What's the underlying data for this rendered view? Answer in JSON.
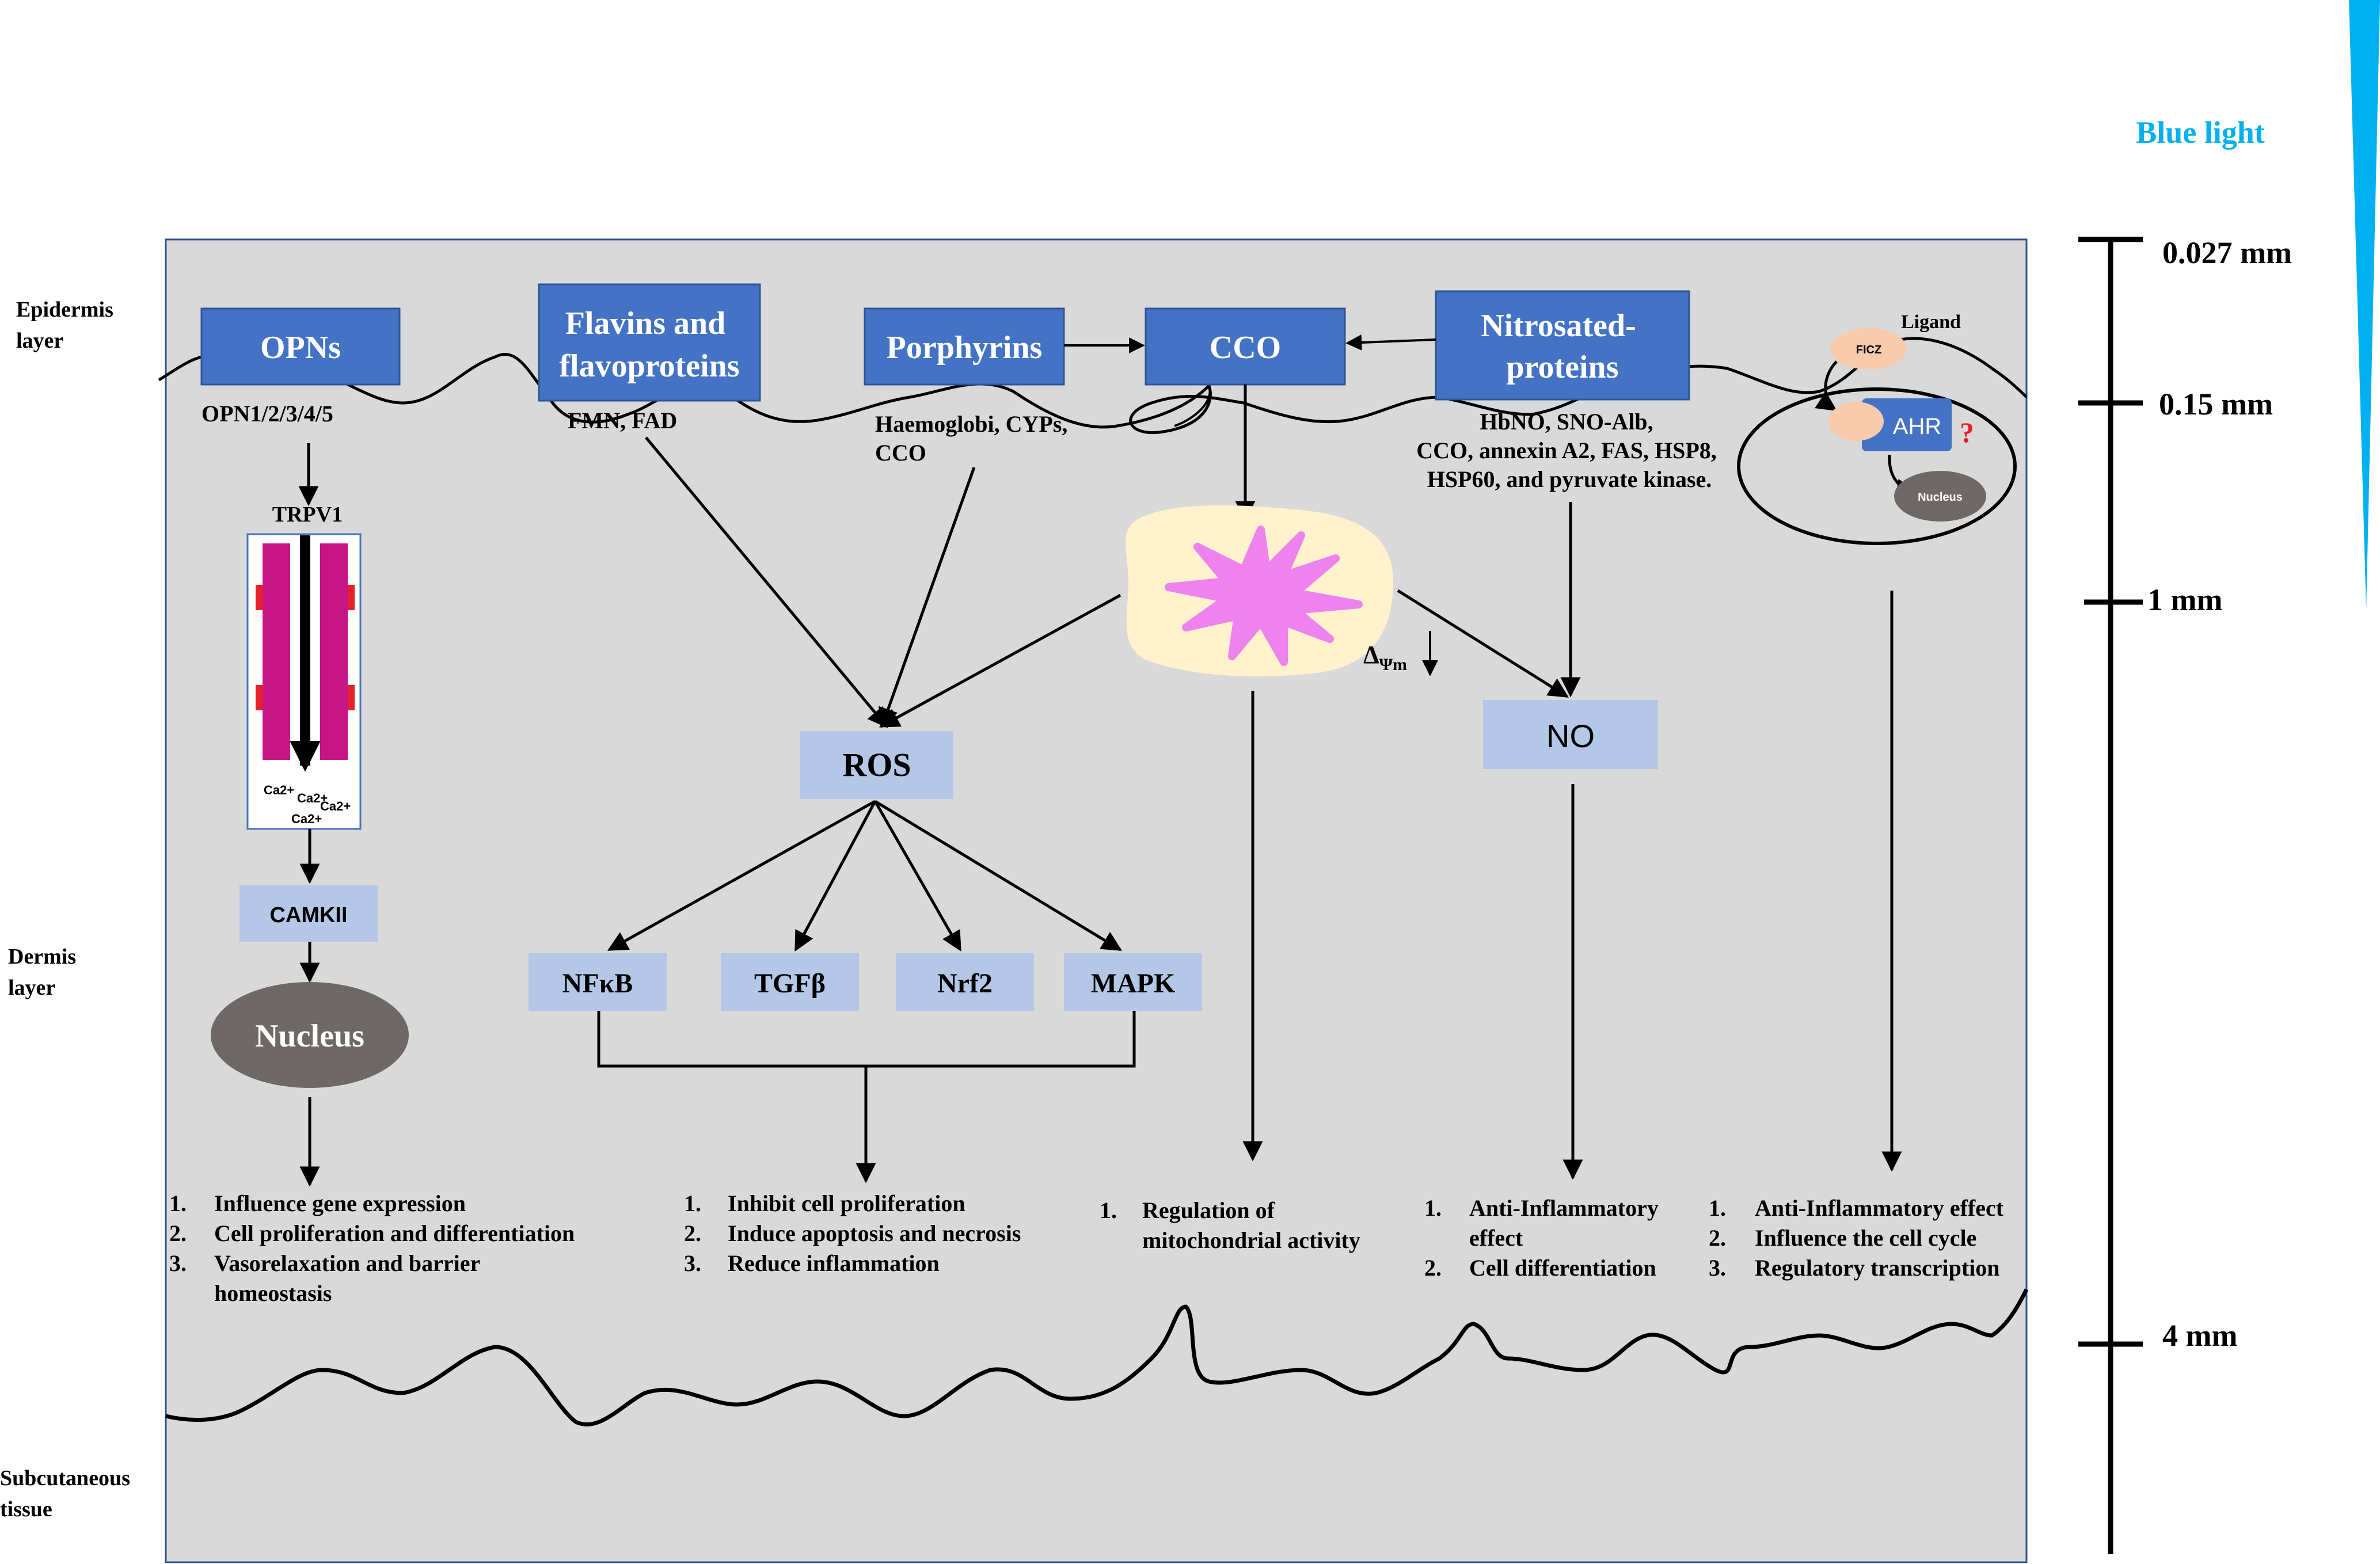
{
  "blue_light": "Blue light",
  "layers": {
    "epidermis": [
      "Epidermis",
      "layer"
    ],
    "dermis": [
      "Dermis",
      "layer"
    ],
    "subcutaneous": [
      "Subcutaneous",
      "tissue"
    ]
  },
  "depth_scale": {
    "d1": "0.027 mm",
    "d2": "0.15 mm",
    "d3": "1 mm",
    "d4": "4 mm"
  },
  "receptors": {
    "opns": "OPNs",
    "flavins": [
      "Flavins and",
      "flavoproteins"
    ],
    "porphyrins": "Porphyrins",
    "cco": "CCO",
    "nitrosated": [
      "Nitrosated-",
      "proteins"
    ]
  },
  "details": {
    "opn_types": "OPN1/2/3/4/5",
    "fmn": "FMN, FAD",
    "porph": [
      "Haemoglobi, CYPs,",
      "CCO"
    ],
    "nitro": [
      "HbNO, SNO-Alb,",
      "CCO, annexin A2, FAS, HSP8,",
      "HSP60, and pyruvate kinase."
    ]
  },
  "trpv1": {
    "label": "TRPV1",
    "ions": [
      "Ca2+",
      "Ca2+",
      "Ca2+",
      "Ca2+"
    ]
  },
  "camkii": "CAMKII",
  "nucleus": "Nucleus",
  "ros": "ROS",
  "no": "NO",
  "delta_psi": {
    "delta": "Δ",
    "psi": "Ψm"
  },
  "pathways": {
    "nfkb": "NFκB",
    "tgfb": "TGFβ",
    "nrf2": "Nrf2",
    "mapk": "MAPK"
  },
  "ahr": {
    "ligand": "Ligand",
    "ficz": "FICZ",
    "ahr": "AHR",
    "question": "?",
    "nucleus": "Nucleus"
  },
  "outcomes": {
    "opn": [
      {
        "num": "1.",
        "lines": [
          "Influence gene expression"
        ]
      },
      {
        "num": "2.",
        "lines": [
          "Cell proliferation and differentiation"
        ]
      },
      {
        "num": "3.",
        "lines": [
          "Vasorelaxation and barrier",
          "homeostasis"
        ]
      }
    ],
    "ros": [
      {
        "num": "1.",
        "lines": [
          "Inhibit cell proliferation"
        ]
      },
      {
        "num": "2.",
        "lines": [
          "Induce apoptosis and necrosis"
        ]
      },
      {
        "num": "3.",
        "lines": [
          "Reduce inflammation"
        ]
      }
    ],
    "mito": [
      {
        "num": "1.",
        "lines": [
          "Regulation of",
          "mitochondrial activity"
        ]
      }
    ],
    "no": [
      {
        "num": "1.",
        "lines": [
          "Anti-Inflammatory",
          "effect"
        ]
      },
      {
        "num": "2.",
        "lines": [
          "Cell differentiation"
        ]
      }
    ],
    "ahr": [
      {
        "num": "1.",
        "lines": [
          "Anti-Inflammatory effect"
        ]
      },
      {
        "num": "2.",
        "lines": [
          "Influence the cell cycle"
        ]
      },
      {
        "num": "3.",
        "lines": [
          "Regulatory transcription"
        ]
      }
    ]
  },
  "colors": {
    "panel": "#d9d9d9",
    "dark_blue": "#4472c4",
    "light_blue": "#b4c7e7",
    "grey": "#6e6866",
    "magenta": "#c71585",
    "light_blue_text": "#00b0f0",
    "mito_fill": "#fff2cc",
    "mito_inner": "#ee82ee"
  }
}
